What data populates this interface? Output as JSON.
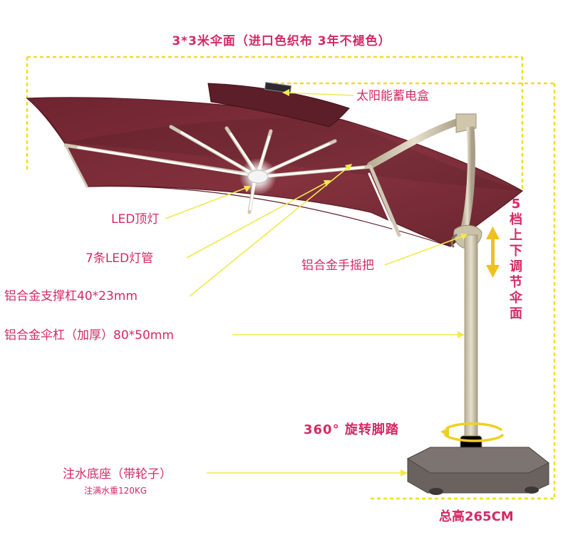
{
  "labels": {
    "canopy_width": "3*3米伞面（进口色织布 3年不褪色）",
    "solar_box": "太阳能蓄电盒",
    "led_top": "LED顶灯",
    "led_tubes": "7条LED灯管",
    "crank": "铝合金手摇把",
    "ribs": "铝合金支撑杠40*23mm",
    "pole": "铝合金伞杠（加厚）80*50mm",
    "adjust": "5档上下调节伞面",
    "rotate": "360° 旋转脚踏",
    "base": "注水底座（带轮子）",
    "base_note": "注满水重120KG",
    "total_height": "总高265CM"
  },
  "colors": {
    "label_text": "#d32a63",
    "callout_line": "#f2e94e",
    "dimension_line": "#f0dc28",
    "canopy": "#7a2a34",
    "frame": "#d6cdb6",
    "base": "#6a625e",
    "led": "#ffffff"
  }
}
